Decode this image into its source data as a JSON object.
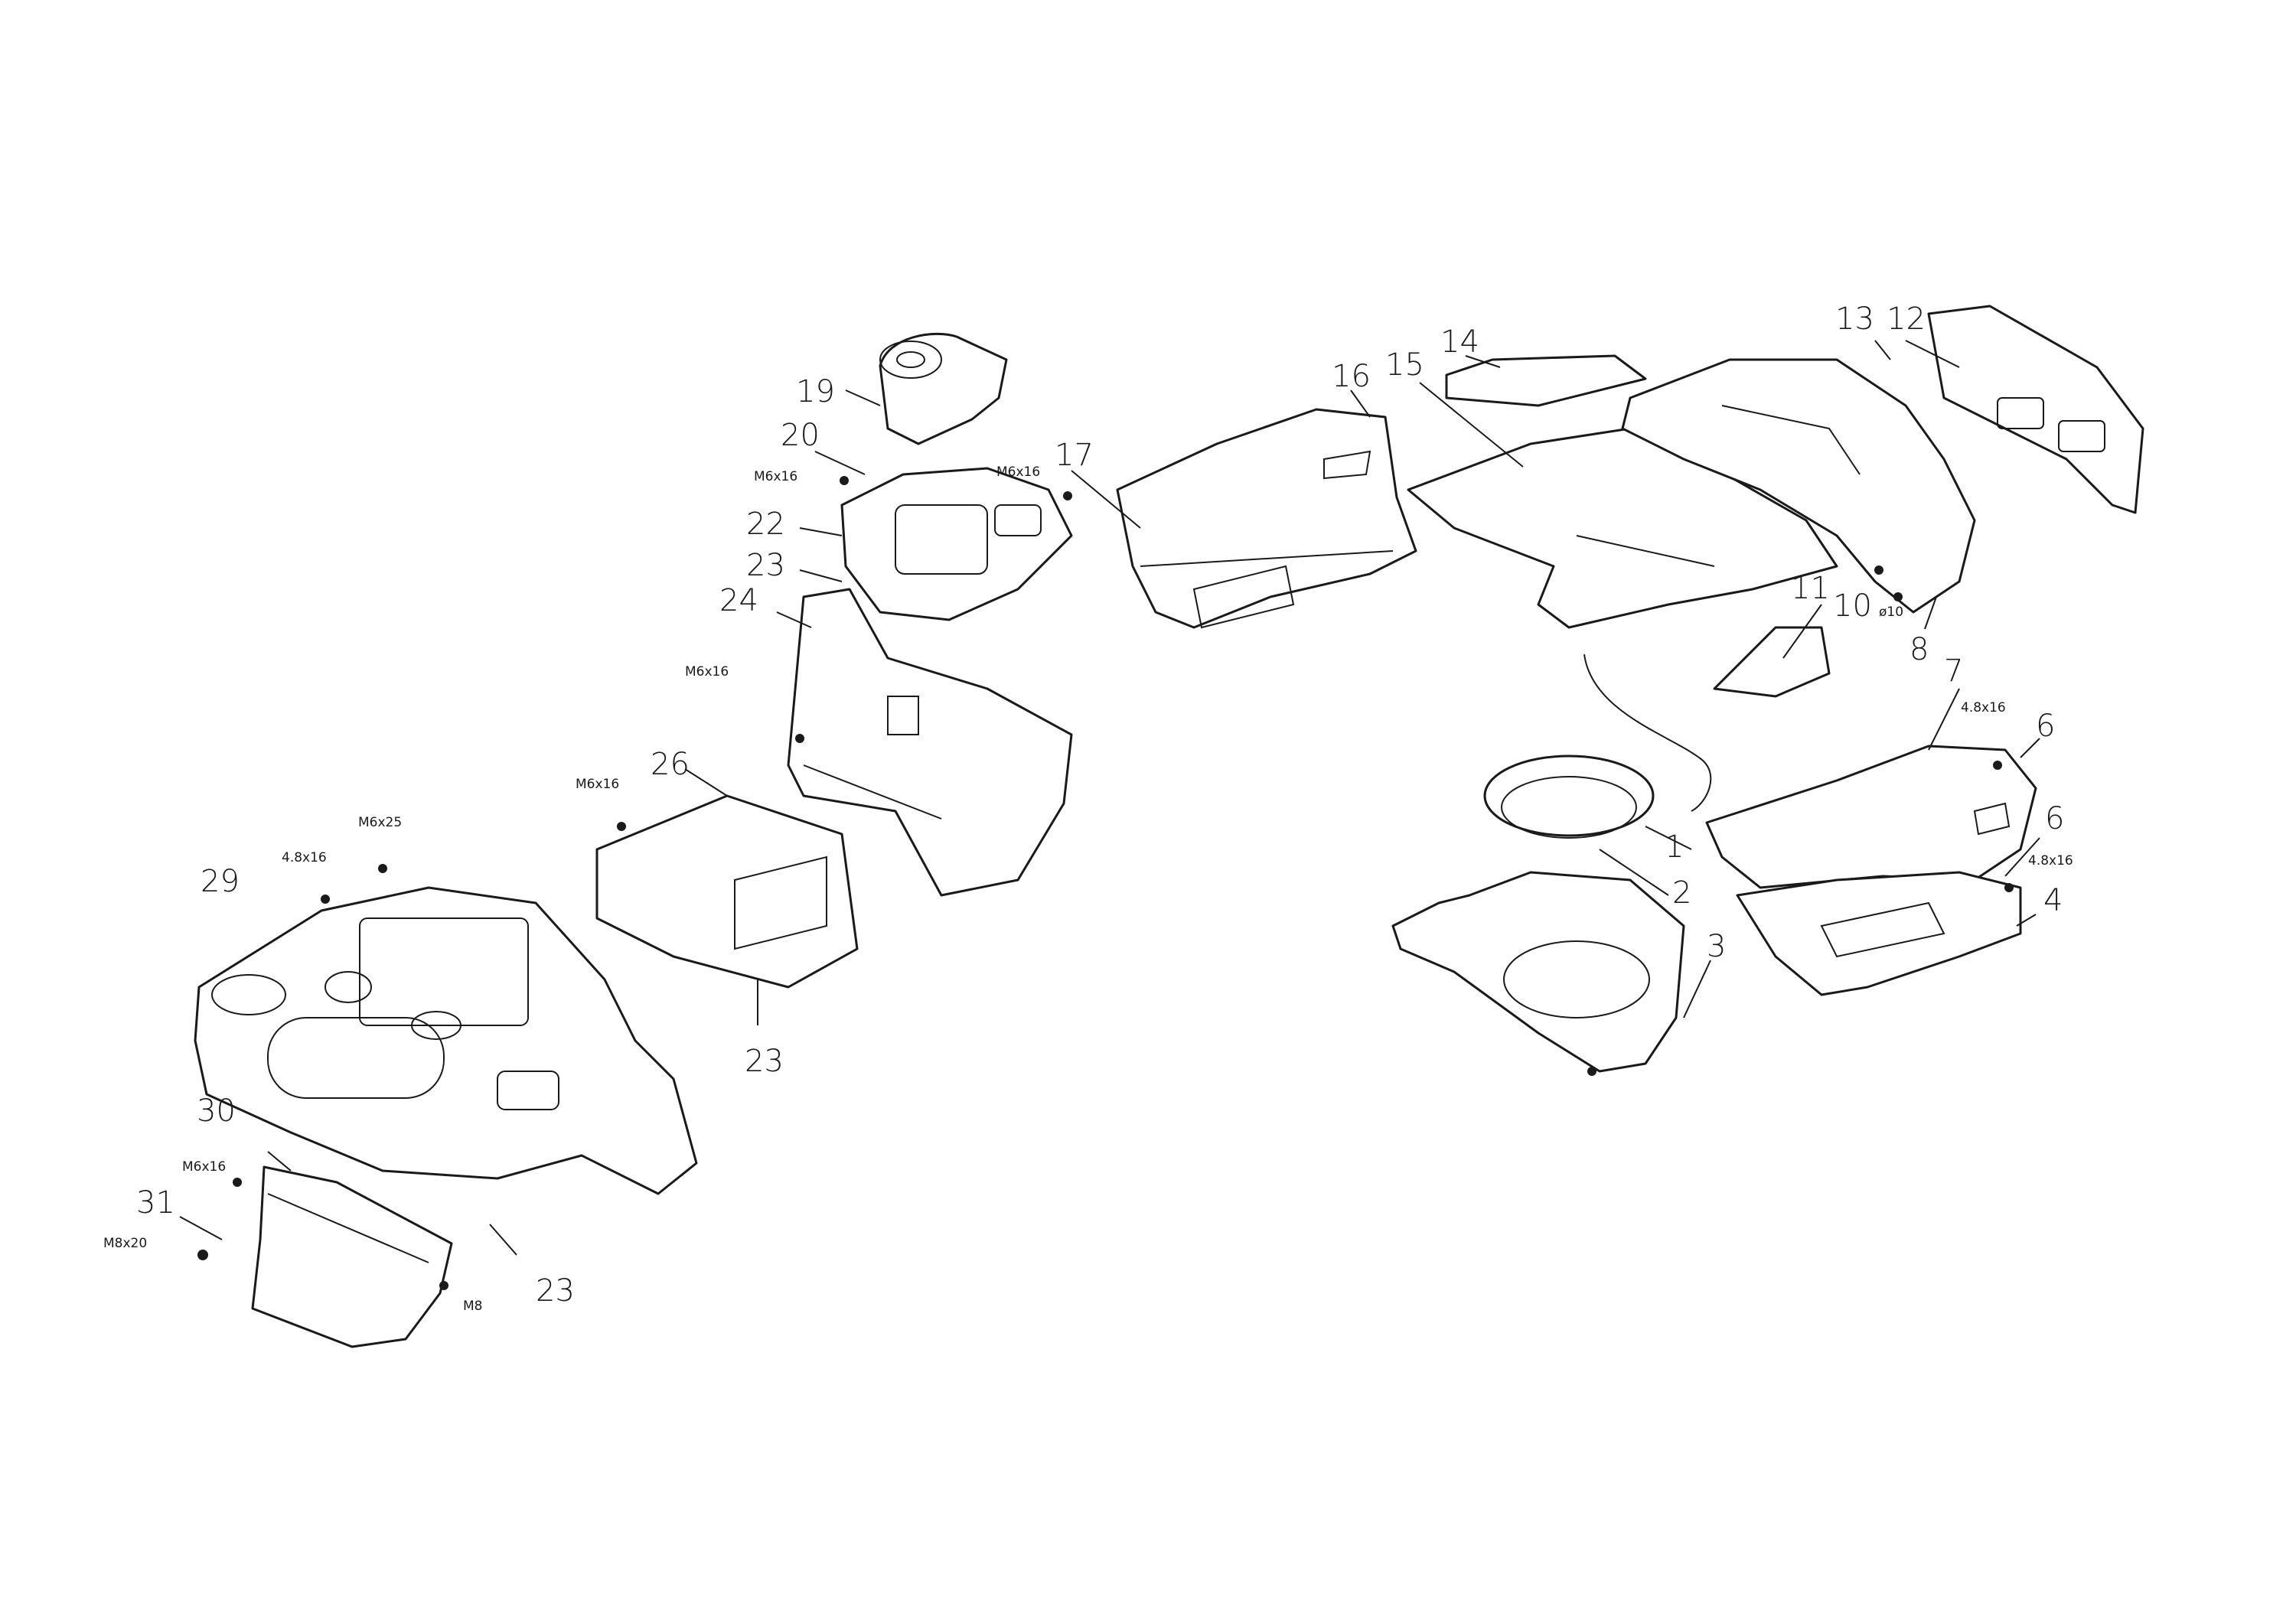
{
  "callouts": [
    {
      "id": "1",
      "text": "1"
    },
    {
      "id": "2",
      "text": "2"
    },
    {
      "id": "3",
      "text": "3"
    },
    {
      "id": "4",
      "text": "4"
    },
    {
      "id": "6a",
      "text": "6"
    },
    {
      "id": "6b",
      "text": "6"
    },
    {
      "id": "7",
      "text": "7"
    },
    {
      "id": "8",
      "text": "8"
    },
    {
      "id": "10",
      "text": "10"
    },
    {
      "id": "11",
      "text": "11"
    },
    {
      "id": "12",
      "text": "12"
    },
    {
      "id": "13",
      "text": "13"
    },
    {
      "id": "14",
      "text": "14"
    },
    {
      "id": "15",
      "text": "15"
    },
    {
      "id": "16",
      "text": "16"
    },
    {
      "id": "17",
      "text": "17"
    },
    {
      "id": "19",
      "text": "19"
    },
    {
      "id": "20",
      "text": "20"
    },
    {
      "id": "22",
      "text": "22"
    },
    {
      "id": "23a",
      "text": "23"
    },
    {
      "id": "23b",
      "text": "23"
    },
    {
      "id": "23c",
      "text": "23"
    },
    {
      "id": "24",
      "text": "24"
    },
    {
      "id": "26",
      "text": "26"
    },
    {
      "id": "29",
      "text": "29"
    },
    {
      "id": "30",
      "text": "30"
    },
    {
      "id": "31",
      "text": "31"
    }
  ],
  "fasteners": [
    {
      "id": "m6x16-a",
      "text": "M6x16"
    },
    {
      "id": "m6x16-b",
      "text": "M6x16"
    },
    {
      "id": "m6x16-c",
      "text": "M6x16"
    },
    {
      "id": "m6x16-d",
      "text": "M6x16"
    },
    {
      "id": "m6x16-e",
      "text": "M6x16"
    },
    {
      "id": "m6x25",
      "text": "M6x25"
    },
    {
      "id": "4816-a",
      "text": "4.8x16"
    },
    {
      "id": "4816-b",
      "text": "4.8x16"
    },
    {
      "id": "4816-c",
      "text": "4.8x16"
    },
    {
      "id": "d10",
      "text": "ø10"
    },
    {
      "id": "m8x20",
      "text": "M8x20"
    },
    {
      "id": "m8",
      "text": "M8"
    }
  ]
}
